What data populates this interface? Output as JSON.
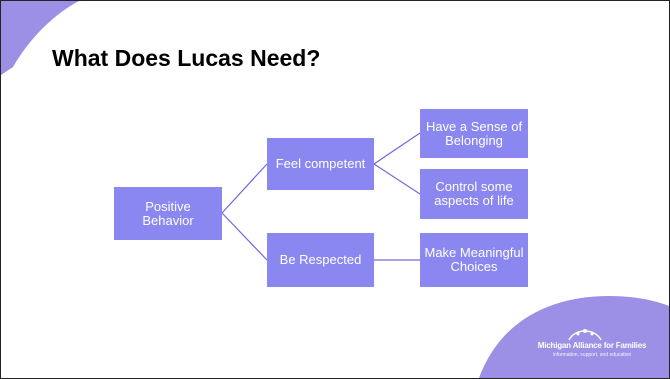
{
  "slide": {
    "title": "What Does Lucas Need?"
  },
  "colors": {
    "node_fill": "#8b87f0",
    "connector": "#6f69dd",
    "accent_purple": "#9b8fe6",
    "text_on_node": "#ffffff"
  },
  "diagram": {
    "root": "Positive Behavior",
    "branches": [
      {
        "label": "Feel competent",
        "children": [
          "Have a Sense of Belonging",
          "Control some aspects of life"
        ]
      },
      {
        "label": "Be Respected",
        "children": [
          "Make Meaningful Choices"
        ]
      }
    ]
  },
  "logo": {
    "name": "Michigan Alliance for Families",
    "tagline": "information, support, and education"
  }
}
